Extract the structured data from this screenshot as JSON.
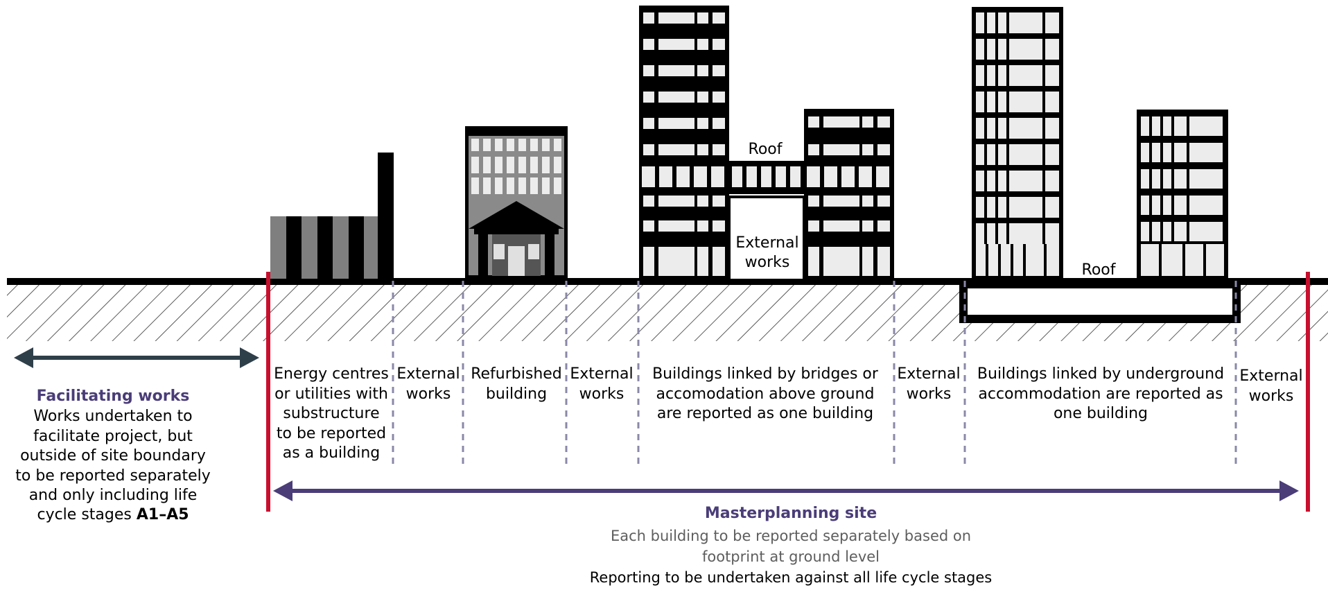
{
  "colors": {
    "accent_purple": "#4a3d78",
    "arrow_slate": "#2f3f4a",
    "boundary_red": "#c8102e",
    "divider_grey": "#8a88a8",
    "window_fill": "#ececec"
  },
  "structures": {
    "roof_bridge": "Roof",
    "external_works_bridge": [
      "External",
      "works"
    ],
    "roof_underground": "Roof"
  },
  "zones": [
    {
      "lines": [
        "Energy centres",
        "or utilities with",
        "substructure",
        "to be reported",
        "as a building"
      ]
    },
    {
      "lines": [
        "External",
        "works"
      ]
    },
    {
      "lines": [
        "Refurbished",
        "building"
      ]
    },
    {
      "lines": [
        "External",
        "works"
      ]
    },
    {
      "lines": [
        "Buildings linked by bridges or",
        "accomodation above ground",
        "are reported as one building"
      ]
    },
    {
      "lines": [
        "External",
        "works"
      ]
    },
    {
      "lines": [
        "Buildings linked by underground",
        "accommodation are reported as",
        "one building"
      ]
    },
    {
      "lines": [
        "External",
        "works"
      ]
    }
  ],
  "facilitating": {
    "title": "Facilitating works",
    "lines": [
      "Works undertaken to",
      "facilitate project, but",
      "outside of site boundary",
      "to be reported separately",
      "and only including life"
    ],
    "last_prefix": "cycle stages ",
    "last_bold": "A1–A5"
  },
  "masterplanning": {
    "title": "Masterplanning site",
    "grey_lines": [
      "Each building to be reported separately based on",
      "footprint at ground level"
    ],
    "black_line": "Reporting to be undertaken against all life cycle stages"
  }
}
